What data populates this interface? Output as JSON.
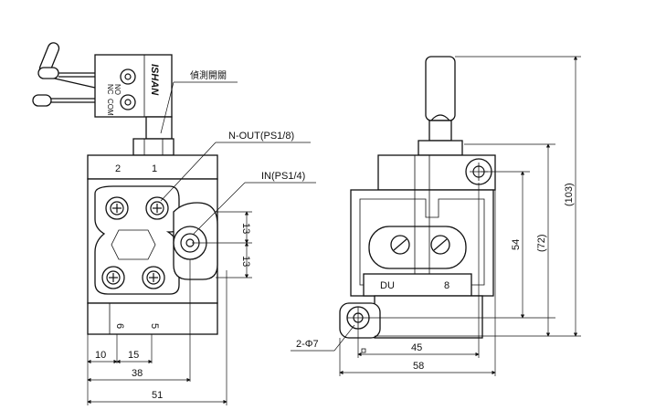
{
  "labels": {
    "switch_label": "偵測開關",
    "n_out": "N-OUT(PS1/8)",
    "in_port": "IN(PS1/4)",
    "bolt_holes": "2-Φ7",
    "brand": "ISHAN",
    "terminals": [
      "NC",
      "NO",
      "COM"
    ],
    "port_top_2": "2",
    "port_top_1": "1",
    "port_bot_6": "6",
    "port_bot_5": "5",
    "du": "DU",
    "du_num": "8"
  },
  "dimensions": {
    "d10": "10",
    "d15": "15",
    "d38": "38",
    "d51": "51",
    "d13a": "13",
    "d13b": "13",
    "d45": "45",
    "d58": "58",
    "d54": "54",
    "d72": "(72)",
    "d103": "(103)"
  }
}
